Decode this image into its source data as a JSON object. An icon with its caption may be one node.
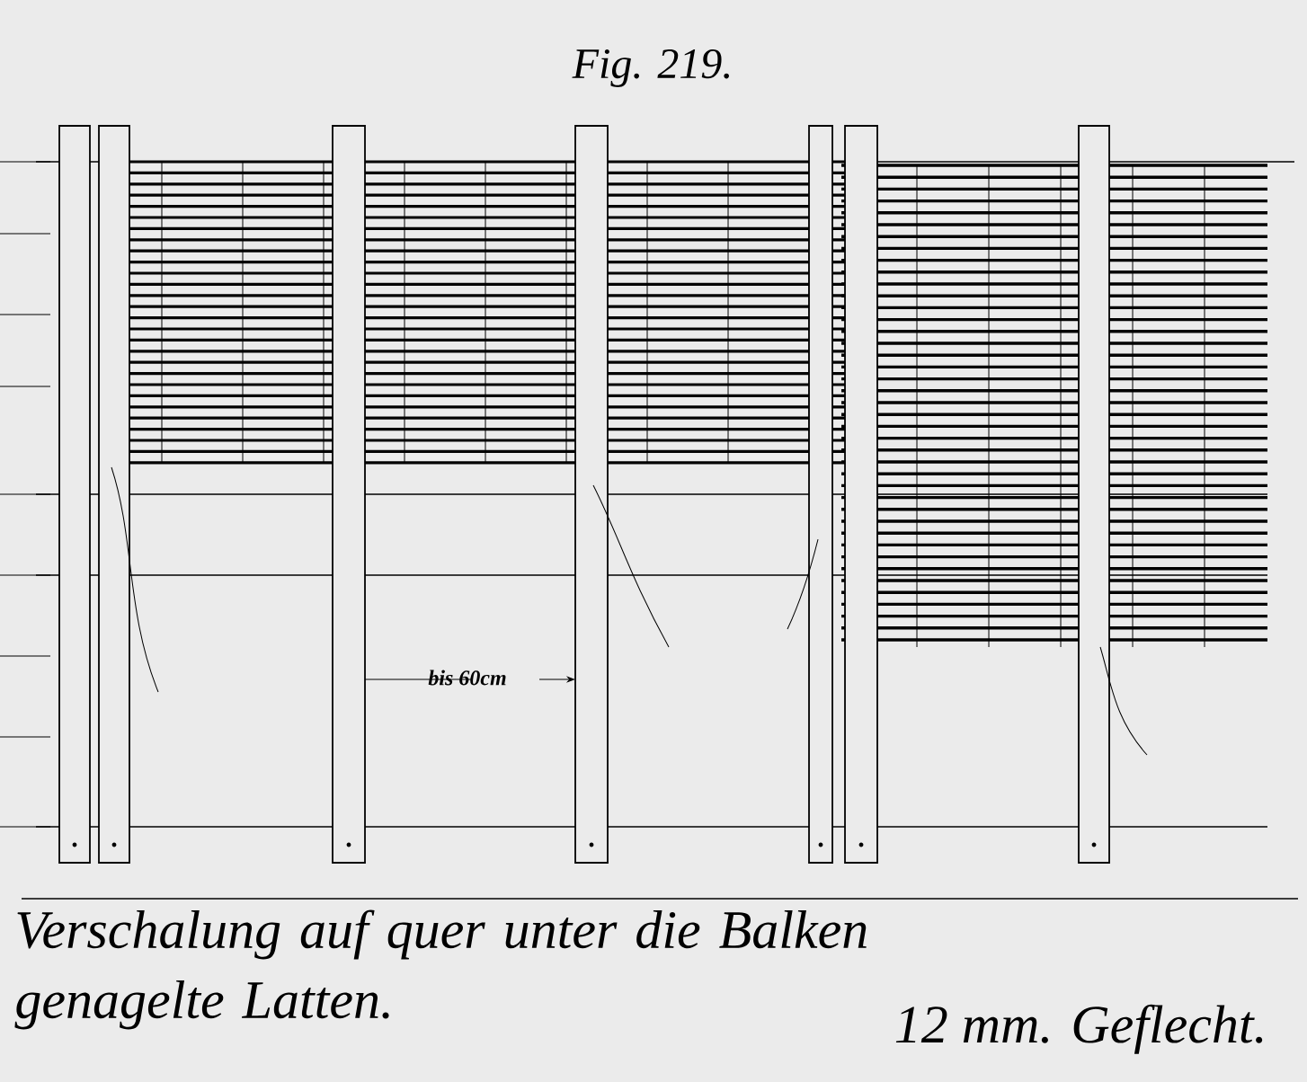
{
  "diagram": {
    "title": "Fig. 219.",
    "labels": [
      "bis 60cm",
      "Verschalung auf quer unter die Balken genagelte Latten.",
      "12 mm. Geflecht."
    ]
  }
}
